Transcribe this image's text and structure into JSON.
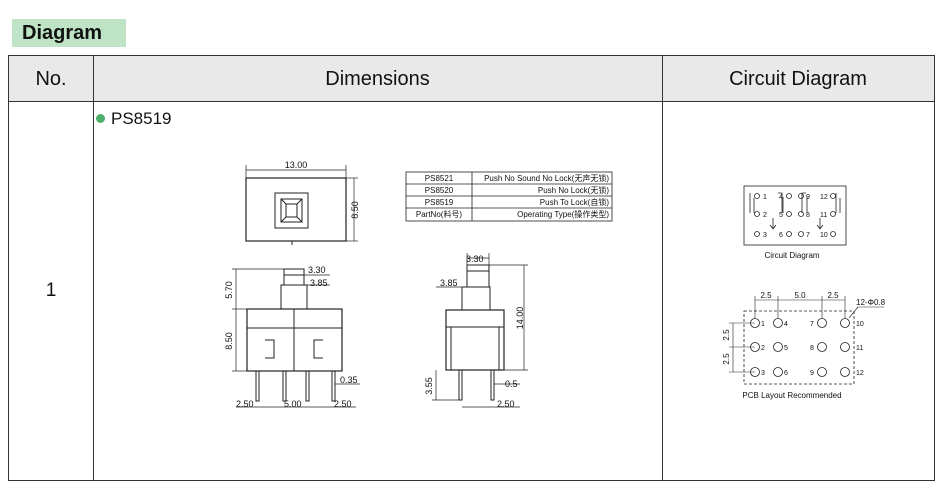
{
  "section_title": "Diagram",
  "table": {
    "headers": {
      "no": "No.",
      "dimensions": "Dimensions",
      "circuit": "Circuit Diagram"
    },
    "row": {
      "no": "1",
      "model": "PS8519"
    }
  },
  "types_table": [
    {
      "part": "PS8521",
      "type": "Push No Sound No Lock(无声无锁)"
    },
    {
      "part": "PS8520",
      "type": "Push No Lock(无锁)"
    },
    {
      "part": "PS8519",
      "type": "Push To Lock(自锁)"
    },
    {
      "part": "PartNo(料号)",
      "type": "Operating Type(操作类型)"
    }
  ],
  "dims": {
    "top_width": "13.00",
    "top_height": "8.50",
    "d330": "3.30",
    "d385": "3.85",
    "d570": "5.70",
    "d850": "8.50",
    "d035": "0.35",
    "d250_left": "2.50",
    "d500": "5.00",
    "d250_right": "2.50",
    "side_330": "3.30",
    "side_385": "3.85",
    "side_1400": "14.00",
    "side_355": "3.55",
    "side_05": "0.5",
    "side_250": "2.50"
  },
  "circuit": {
    "pins": [
      "1",
      "2",
      "3",
      "4",
      "5",
      "6",
      "9",
      "8",
      "7",
      "12",
      "11",
      "10"
    ],
    "caption": "Circuit Diagram"
  },
  "pcb": {
    "dim_25a": "2.5",
    "dim_50": "5.0",
    "dim_25b": "2.5",
    "hole": "12-Φ0.8",
    "dim_v1": "2.5",
    "dim_v2": "2.5",
    "labels": [
      "1",
      "2",
      "3",
      "4",
      "5",
      "6",
      "7",
      "8",
      "9",
      "10",
      "11",
      "12"
    ],
    "caption": "PCB Layout Recommended"
  }
}
